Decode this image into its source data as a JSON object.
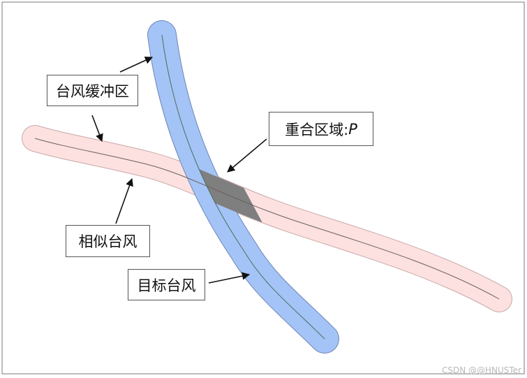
{
  "labels": {
    "typhoon_buffer": "台风缓冲区",
    "overlap_region_prefix": "重合区域:",
    "overlap_region_var": "P",
    "similar_typhoon": "相似台风",
    "target_typhoon": "目标台风"
  },
  "watermark": "CSDN @@HNUSTer",
  "colors": {
    "target_buffer_fill": "#a4c3f7",
    "target_buffer_stroke": "#6e86b5",
    "similar_buffer_fill": "#fde1e1",
    "similar_buffer_stroke": "#c9a7a7",
    "track_line": "#5d6b6b",
    "overlap_fill": "#7f7f7f",
    "arrow": "#111111"
  }
}
